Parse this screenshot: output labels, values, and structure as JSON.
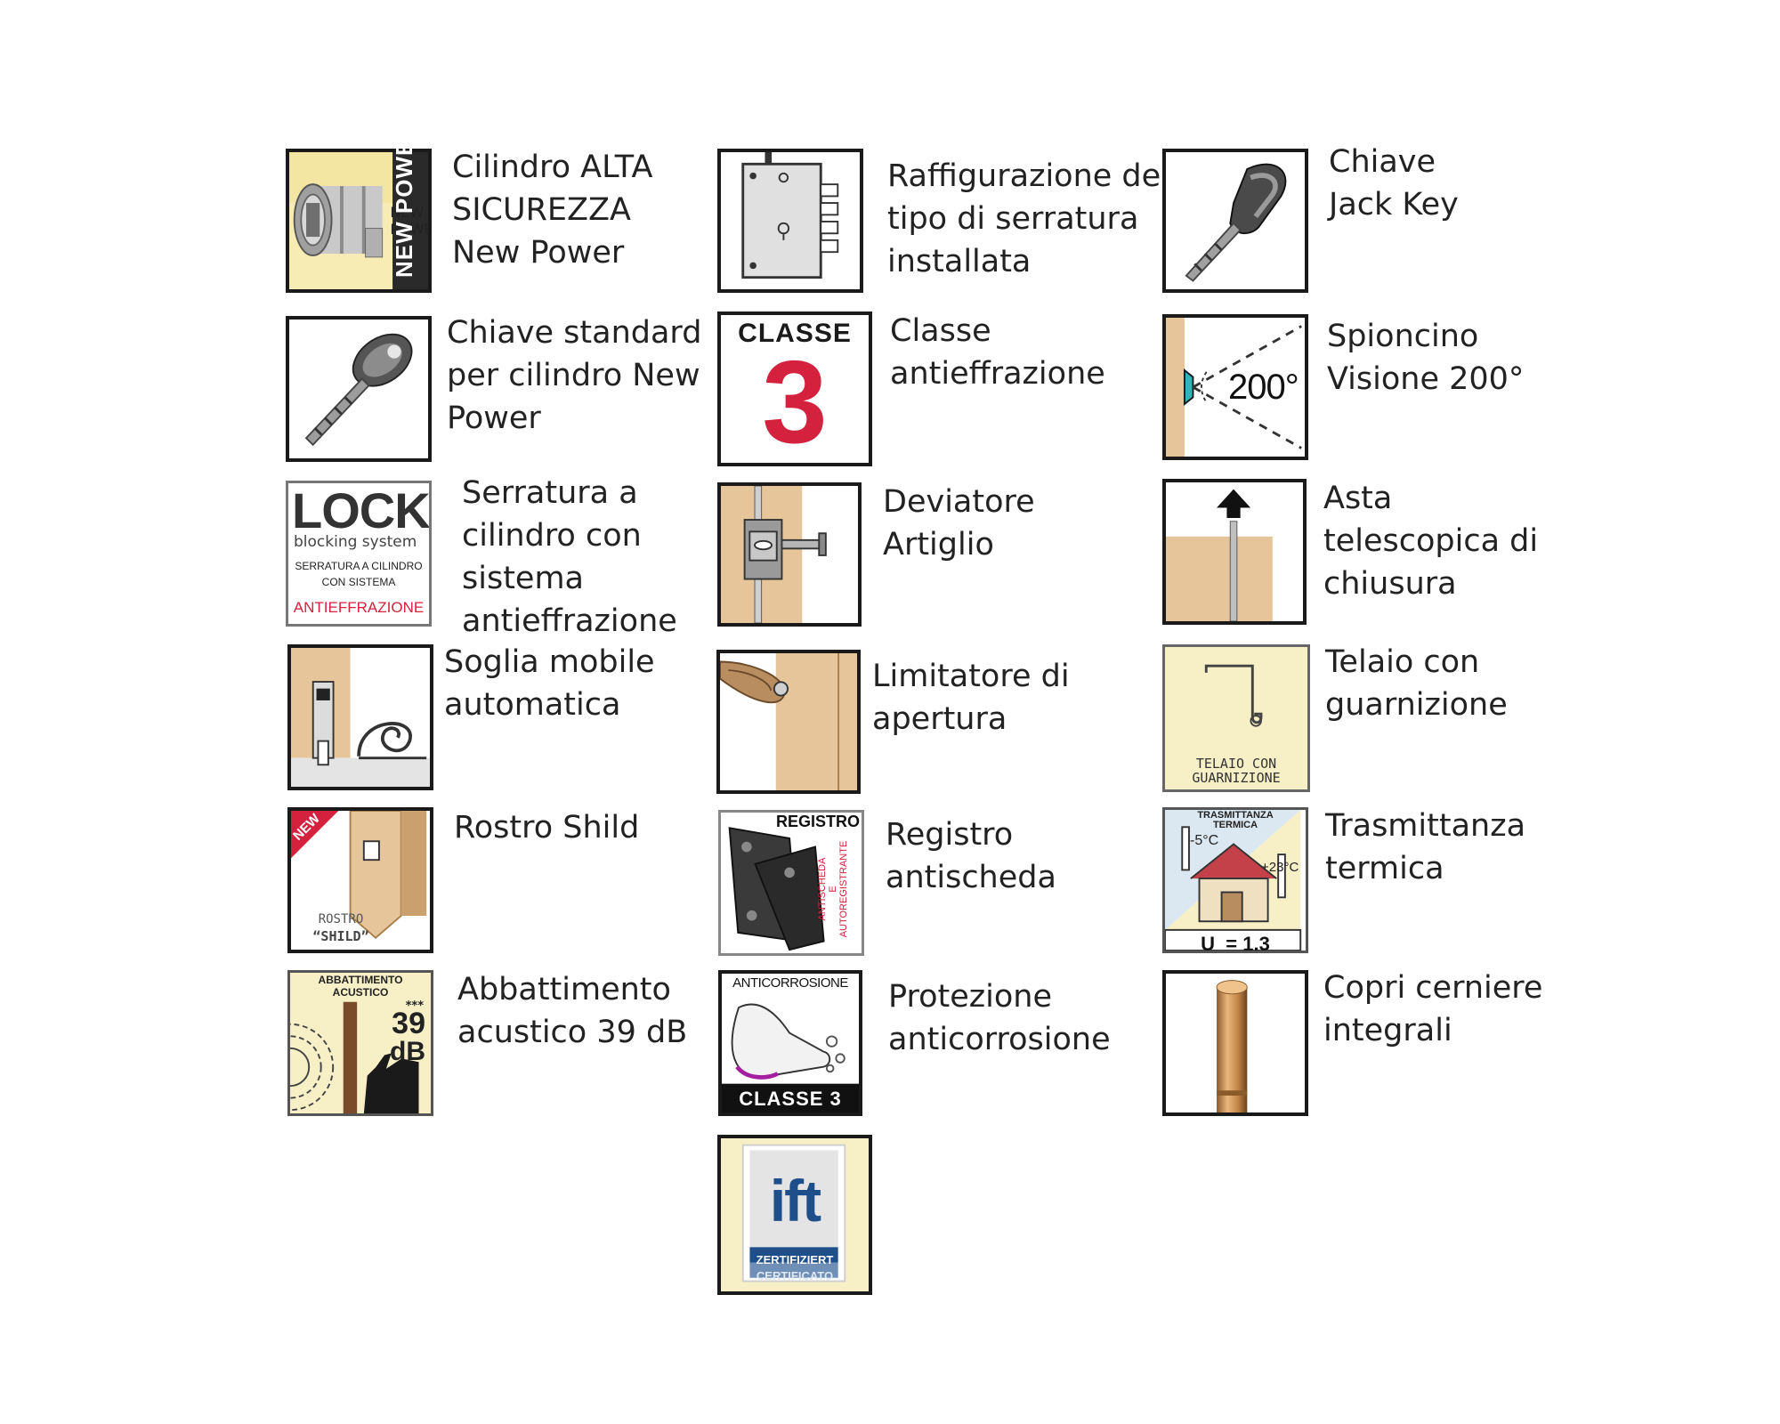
{
  "colors": {
    "border": "#1a1a1a",
    "wood": "#e6c59a",
    "cream": "#f7efc6",
    "red": "#d4213d",
    "grey": "#8a8a8a",
    "text": "#222222"
  },
  "features": {
    "cilindro": {
      "icon": "cylinder-icon",
      "icon_text": "NEW POWER",
      "lines": [
        "Cilindro ALTA",
        "SICUREZZA",
        "New Power"
      ]
    },
    "serratura_tipo": {
      "icon": "lock-body-icon",
      "lines": [
        "Raffigurazione del",
        "tipo di serratura",
        "installata"
      ]
    },
    "jack_key": {
      "icon": "jack-key-icon",
      "lines": [
        "Chiave",
        "Jack Key"
      ]
    },
    "chiave_standard": {
      "icon": "key-icon",
      "lines": [
        "Chiave standard",
        "per cilindro New",
        "Power"
      ]
    },
    "classe": {
      "icon": "classe-3-icon",
      "icon_text_top": "CLASSE",
      "icon_text_number": "3",
      "lines": [
        "Classe",
        "antieffrazione"
      ]
    },
    "spioncino": {
      "icon": "peephole-icon",
      "icon_text": "200°",
      "lines": [
        "Spioncino",
        "Visione 200°"
      ]
    },
    "serratura_cilindro": {
      "icon": "lock-system-icon",
      "icon_text_logo": "LOCK",
      "icon_text_sub": "blocking system",
      "icon_text_line1": "SERRATURA A CILINDRO",
      "icon_text_line2": "CON SISTEMA",
      "icon_text_red": "ANTIEFFRAZIONE",
      "lines": [
        "Serratura a",
        "cilindro con",
        "sistema",
        "antieffrazione"
      ]
    },
    "deviatore": {
      "icon": "deviator-icon",
      "lines": [
        "Deviatore",
        "Artiglio"
      ]
    },
    "asta": {
      "icon": "telescopic-rod-icon",
      "lines": [
        "Asta",
        "telescopica di",
        "chiusura"
      ]
    },
    "soglia": {
      "icon": "threshold-icon",
      "lines": [
        "Soglia mobile",
        "automatica"
      ]
    },
    "limitatore": {
      "icon": "door-limiter-icon",
      "lines": [
        "Limitatore di",
        "apertura"
      ]
    },
    "telaio": {
      "icon": "frame-gasket-icon",
      "icon_text_line1": "TELAIO CON",
      "icon_text_line2": "GUARNIZIONE",
      "lines": [
        "Telaio con",
        "guarnizione"
      ]
    },
    "rostro": {
      "icon": "shield-hook-icon",
      "icon_text_new": "NEW",
      "icon_text_line1": "ROSTRO",
      "icon_text_line2": "“SHILD”",
      "lines": [
        "Rostro Shild"
      ]
    },
    "registro": {
      "icon": "register-icon",
      "icon_text_top": "REGISTRO",
      "icon_text_side1": "ANTISCHEDA",
      "icon_text_side2": "E",
      "icon_text_side3": "AUTOREGISTRANTE",
      "lines": [
        "Registro",
        "antischeda"
      ]
    },
    "trasmittanza": {
      "icon": "thermal-icon",
      "icon_text_line1": "TRASMITTANZA",
      "icon_text_line2": "TERMICA",
      "icon_text_cold": "-5°C",
      "icon_text_warm": "+23°C",
      "icon_text_value": "U  = 1,3",
      "lines": [
        "Trasmittanza",
        "termica"
      ]
    },
    "acustico": {
      "icon": "acoustic-icon",
      "icon_text_line1": "ABBATTIMENTO",
      "icon_text_line2": "ACUSTICO",
      "icon_text_stars": "***",
      "icon_text_value": "39",
      "icon_text_unit": "dB",
      "lines": [
        "Abbattimento",
        "acustico 39 dB"
      ]
    },
    "anticorrosione": {
      "icon": "anticorrosion-icon",
      "icon_text_top": "ANTICORROSIONE",
      "icon_text_bottom": "CLASSE 3",
      "lines": [
        "Protezione",
        "anticorrosione"
      ]
    },
    "cerniere": {
      "icon": "hinge-cover-icon",
      "lines": [
        "Copri cerniere",
        "integrali"
      ]
    },
    "ift": {
      "icon": "ift-certification-icon",
      "icon_text_logo": "ift",
      "icon_text_line1": "ZERTIFIZIERT",
      "icon_text_line2": "CERTIFICATO"
    }
  }
}
